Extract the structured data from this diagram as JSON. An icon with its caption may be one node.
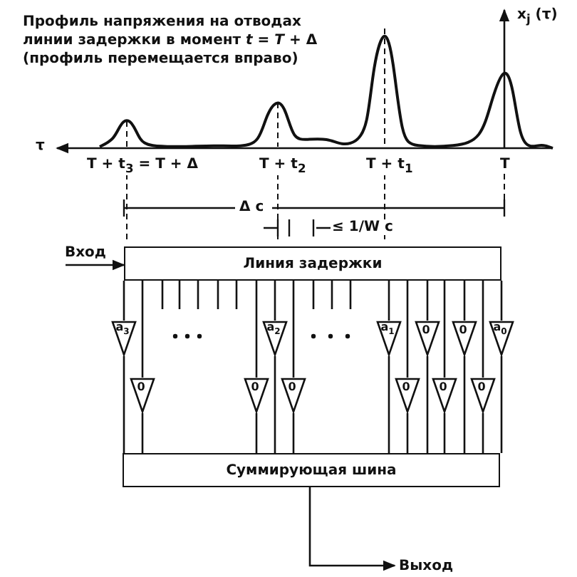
{
  "diagram": {
    "nodes": [
      {
        "text": [
          "Вход"
        ]
      },
      {
        "text": [
          "Линия задержки"
        ]
      },
      {
        "text": [
          "a$_{3}$"
        ]
      },
      {
        "text": [
          "a$_{2}$"
        ]
      },
      {
        "text": [
          "a$_{1}$"
        ]
      },
      {
        "text": [
          "0"
        ]
      },
      {
        "text": [
          "0"
        ]
      },
      {
        "text": [
          "a$_{0}$"
        ]
      },
      {
        "text": [
          "0"
        ]
      },
      {
        "text": [
          "0"
        ]
      },
      {
        "text": [
          "0"
        ]
      },
      {
        "text": [
          "0"
        ]
      },
      {
        "text": [
          "0"
        ]
      },
      {
        "text": [
          "0"
        ]
      },
      {
        "text": [
          "Суммирующая шина"
        ]
      },
      {
        "text": [
          "Выход"
        ]
      }
    ],
    "edges": [
      {
        "from": 0,
        "to": 1,
        "arrow": "to"
      },
      {
        "from": 1,
        "to": 2,
        "arrow": "none"
      },
      {
        "from": 1,
        "to": 3,
        "arrow": "none"
      },
      {
        "from": 1,
        "to": 4,
        "arrow": "none"
      },
      {
        "from": 1,
        "to": 5,
        "arrow": "none"
      },
      {
        "from": 1,
        "to": 6,
        "arrow": "none"
      },
      {
        "from": 1,
        "to": 7,
        "arrow": "none"
      },
      {
        "from": 1,
        "to": 8,
        "arrow": "none"
      },
      {
        "from": 1,
        "to": 9,
        "arrow": "none"
      },
      {
        "from": 1,
        "to": 10,
        "arrow": "none"
      },
      {
        "from": 1,
        "to": 11,
        "arrow": "none"
      },
      {
        "from": 1,
        "to": 12,
        "arrow": "none"
      },
      {
        "from": 1,
        "to": 13,
        "arrow": "none"
      },
      {
        "from": 2,
        "to": 14,
        "arrow": "none"
      },
      {
        "from": 3,
        "to": 14,
        "arrow": "none"
      },
      {
        "from": 4,
        "to": 14,
        "arrow": "none"
      },
      {
        "from": 5,
        "to": 14,
        "arrow": "none"
      },
      {
        "from": 6,
        "to": 14,
        "arrow": "none"
      },
      {
        "from": 7,
        "to": 14,
        "arrow": "none"
      },
      {
        "from": 8,
        "to": 14,
        "arrow": "none"
      },
      {
        "from": 9,
        "to": 14,
        "arrow": "none"
      },
      {
        "from": 10,
        "to": 14,
        "arrow": "none"
      },
      {
        "from": 11,
        "to": 14,
        "arrow": "none"
      },
      {
        "from": 12,
        "to": 14,
        "arrow": "none"
      },
      {
        "from": 13,
        "to": 14,
        "arrow": "none"
      },
      {
        "from": 14,
        "to": 15,
        "arrow": "to"
      }
    ],
    "labels": [
      "Профиль напряжения на отводах линии задержки в момент *t* = *T* + Δ (профиль перемещается вправо)",
      "x$_{j}$ (τ)",
      "τ",
      "T + t$_{3}$ = T + Δ",
      "T + t$_{2}$",
      "T + t$_{1}$",
      "T",
      "Δ c",
      "≤ 1/W c"
    ]
  }
}
